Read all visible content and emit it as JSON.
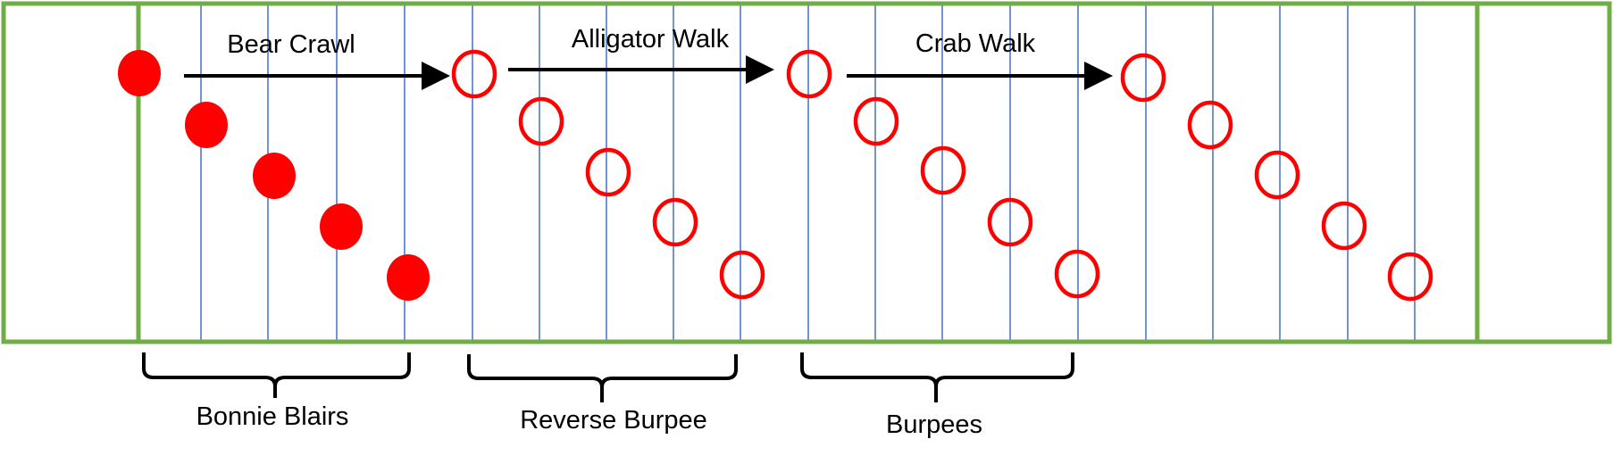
{
  "exercises": {
    "arrow_1": "Bear Crawl",
    "arrow_2": "Alligator Walk",
    "arrow_3": "Crab Walk",
    "bracket_1": "Bonnie Blairs",
    "bracket_2": "Reverse Burpee",
    "bracket_3": "Burpees"
  },
  "colors": {
    "field_border": "#70ad47",
    "yard_line": "#4472c4",
    "marker": "#ff0000",
    "ink": "#000000"
  }
}
